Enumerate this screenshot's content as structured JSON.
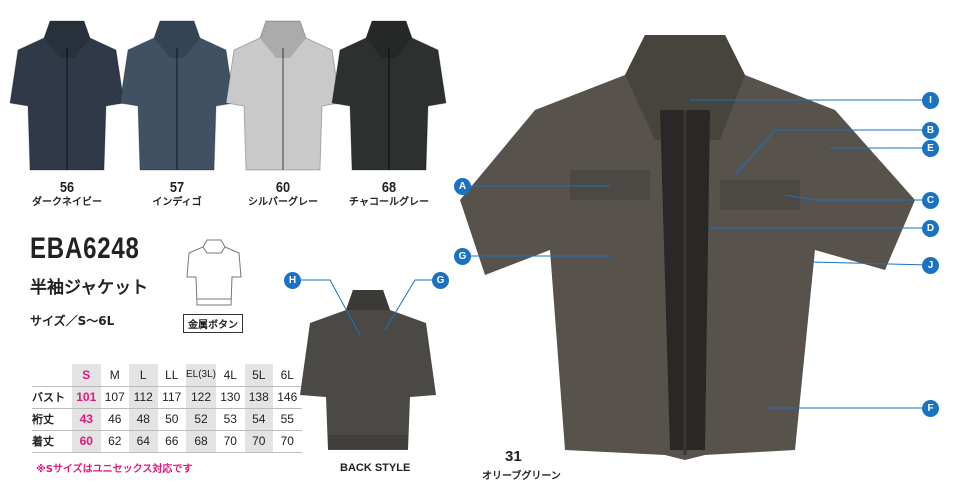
{
  "colors": [
    {
      "code": "56",
      "name": "ダークネイビー",
      "hex": "#2f3947"
    },
    {
      "code": "57",
      "name": "インディゴ",
      "hex": "#3f5163"
    },
    {
      "code": "60",
      "name": "シルバーグレー",
      "hex": "#c9c9c9"
    },
    {
      "code": "68",
      "name": "チャコールグレー",
      "hex": "#2c302e"
    }
  ],
  "product": {
    "model": "EBA6248",
    "type": "半袖ジャケット",
    "sizes": "サイズ／S〜6L",
    "feature_badge": "金属ボタン"
  },
  "size_table": {
    "headers": [
      "S",
      "M",
      "L",
      "LL",
      "EL(3L)",
      "4L",
      "5L",
      "6L"
    ],
    "rows": [
      {
        "label": "バスト",
        "values": [
          "101",
          "107",
          "112",
          "117",
          "122",
          "130",
          "138",
          "146"
        ]
      },
      {
        "label": "裄丈",
        "values": [
          "43",
          "46",
          "48",
          "50",
          "52",
          "53",
          "54",
          "55"
        ]
      },
      {
        "label": "着丈",
        "values": [
          "60",
          "62",
          "64",
          "66",
          "68",
          "70",
          "70",
          "70"
        ]
      }
    ],
    "note": "※Sサイズはユニセックス対応です",
    "highlight_color": "#e0197d"
  },
  "back_label": "BACK STYLE",
  "main_color": {
    "code": "31",
    "name": "オリーブグリーン",
    "hex": "#57534c"
  },
  "callouts": [
    "A",
    "B",
    "C",
    "D",
    "E",
    "F",
    "G",
    "H",
    "I",
    "J"
  ],
  "callout_color": "#1a72c2"
}
